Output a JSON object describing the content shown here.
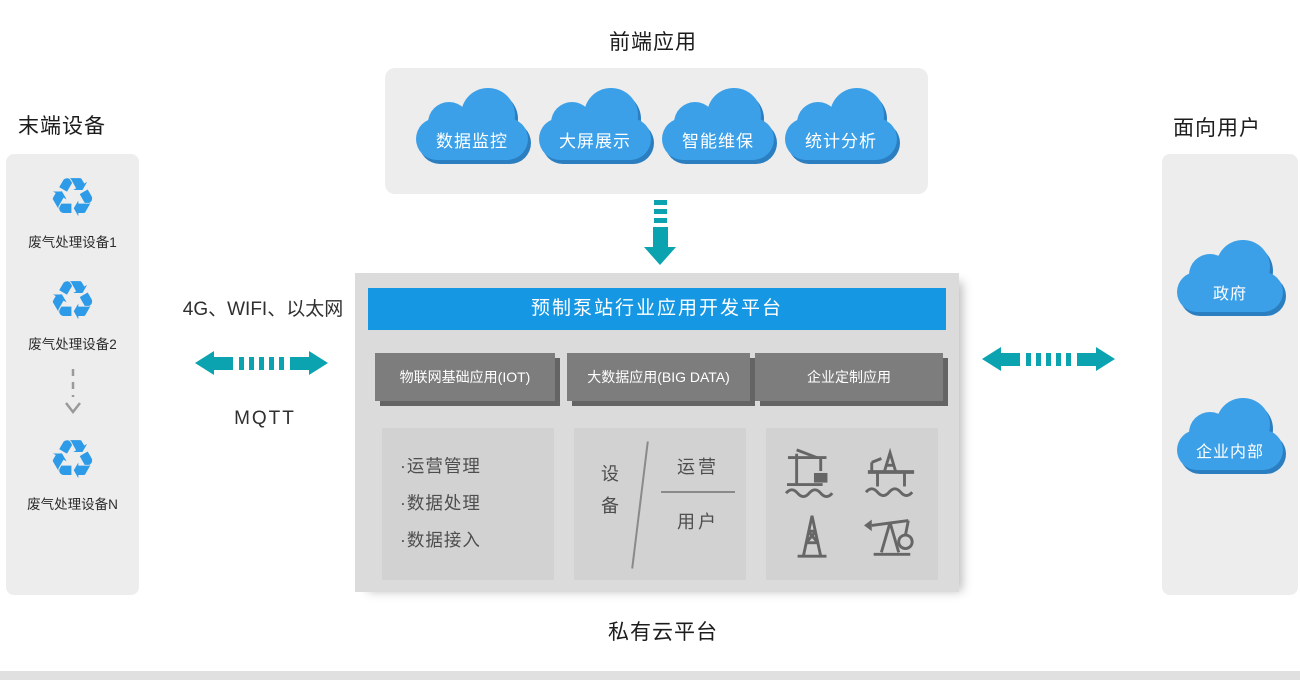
{
  "titles": {
    "frontend": "前端应用",
    "devices": "末端设备",
    "users": "面向用户",
    "private_cloud": "私有云平台"
  },
  "frontend_apps": [
    {
      "label": "数据监控"
    },
    {
      "label": "大屏展示"
    },
    {
      "label": "智能维保"
    },
    {
      "label": "统计分析"
    }
  ],
  "devices": {
    "items": [
      {
        "label": "废气处理设备1"
      },
      {
        "label": "废气处理设备2"
      },
      {
        "label": "废气处理设备N"
      }
    ]
  },
  "users": [
    {
      "label": "政府"
    },
    {
      "label": "企业内部"
    }
  ],
  "platform": {
    "header": "预制泵站行业应用开发平台",
    "modules": [
      {
        "label": "物联网基础应用(IOT)"
      },
      {
        "label": "大数据应用(BIG DATA)"
      },
      {
        "label": "企业定制应用"
      }
    ],
    "iot_items": [
      "·运营管理",
      "·数据处理",
      "·数据接入"
    ],
    "bigdata_matrix": {
      "axis": "设备",
      "top": "运营",
      "bottom": "用户"
    }
  },
  "connections": {
    "left_protocols": "4G、WIFI、以太网",
    "mqtt": "MQTT"
  },
  "colors": {
    "cloud_blue": "#3BA0E8",
    "cloud_shadow": "#2B7EC0",
    "arrow_teal": "#0AA3AF",
    "header_blue": "#1697E4",
    "module_gray": "#7D7D7D",
    "panel_gray": "#EDEDED",
    "platform_gray": "#DBDBDB",
    "device_icon_blue": "#2E9BE8"
  },
  "icons": {
    "device": "recycle-icon",
    "app_shape": "cloud-icon",
    "flow": [
      "down-arrow-icon",
      "left-double-arrow-icon",
      "right-double-arrow-icon"
    ],
    "custom_industry": [
      "port-crane-icon",
      "offshore-platform-icon",
      "oil-derrick-icon",
      "pumpjack-icon"
    ]
  }
}
